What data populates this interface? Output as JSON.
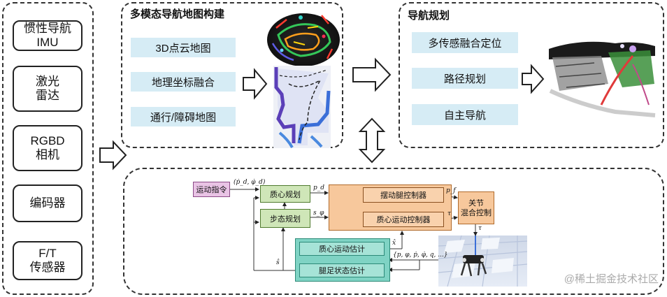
{
  "sensors": [
    {
      "label": "惯性导航\nIMU"
    },
    {
      "label": "激光\n雷达"
    },
    {
      "label": "RGBD\n相机"
    },
    {
      "label": "编码器"
    },
    {
      "label": "F/T\n传感器"
    }
  ],
  "mapping_panel": {
    "title": "多模态导航地图构建",
    "items": [
      "3D点云地图",
      "地理坐标融合",
      "通行/障碍地图"
    ]
  },
  "navigation_panel": {
    "title": "导航规划",
    "items": [
      "多传感融合定位",
      "路径规划",
      "自主导航"
    ]
  },
  "control_diagram": {
    "motion_command": "运动指令",
    "com_planning": "质心规划",
    "gait_planning": "步态规划",
    "swing_leg_controller": "摆动腿控制器",
    "com_motion_controller": "质心运动控制器",
    "joint_hybrid_control": "关节\n混合控制",
    "com_motion_estimation": "质心运动估计",
    "leg_state_estimation": "腿足状态估计",
    "sig_cmd": "(ṗ_d, φ̇_d)",
    "sig_pd": "p_d",
    "sig_sphi": "s_φ",
    "sig_pf": "p_f",
    "sig_tau1": "τ",
    "sig_tau2": "τ",
    "sig_xhat": "x̂",
    "sig_shat": "ŝ",
    "sig_state": "{p, φ, ṗ, φ̇, q, ...}"
  },
  "watermark": "@稀土掘金技术社区"
}
